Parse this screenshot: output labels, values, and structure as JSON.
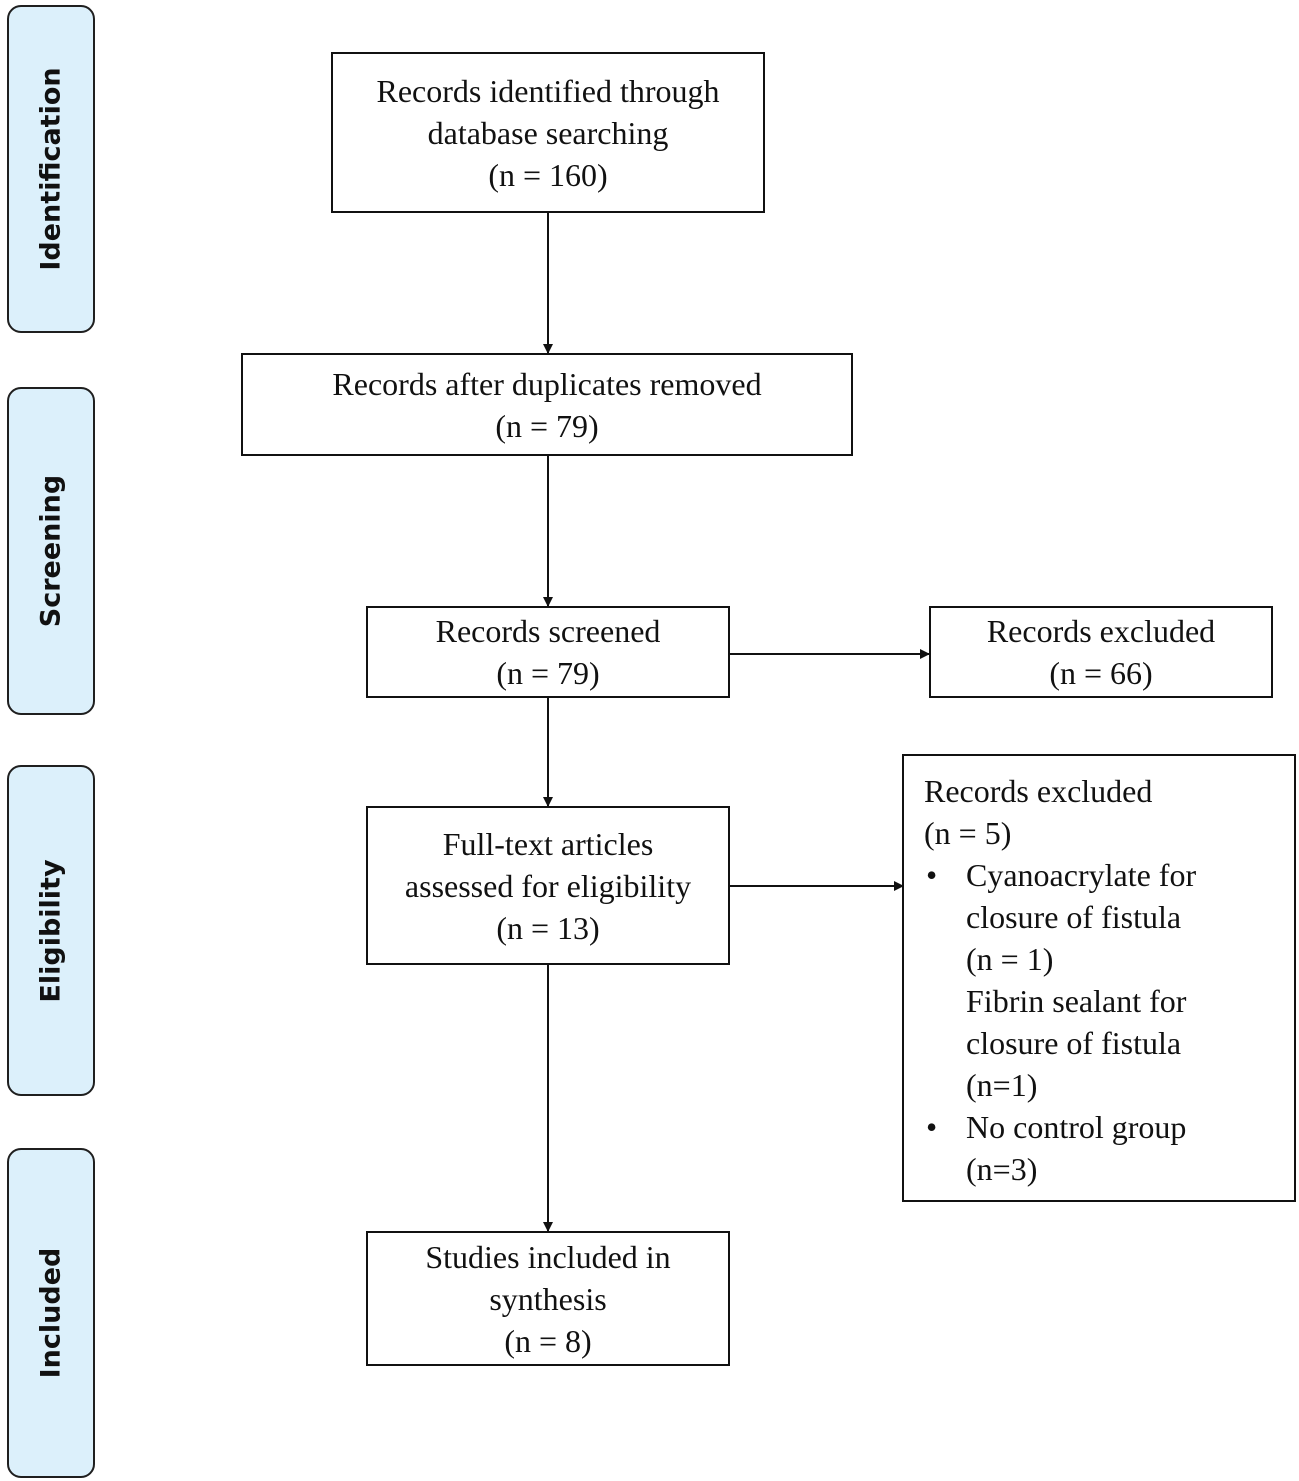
{
  "phases": [
    {
      "label": "Identification"
    },
    {
      "label": "Screening"
    },
    {
      "label": "Eligibility"
    },
    {
      "label": "Included"
    }
  ],
  "boxes": {
    "identified": {
      "line1": "Records identified through",
      "line2": "database searching",
      "count": "(n = 160)"
    },
    "deduplicated": {
      "line1": "Records after duplicates removed",
      "count": "(n = 79)"
    },
    "screened": {
      "line1": "Records screened",
      "count": "(n = 79)"
    },
    "screen_excluded": {
      "line1": "Records excluded",
      "count": "(n = 66)"
    },
    "fulltext": {
      "line1": "Full-text articles",
      "line2": "assessed for eligibility",
      "count": "(n = 13)"
    },
    "fulltext_excluded": {
      "title": "Records excluded",
      "count": "(n = 5)",
      "bullet_glyph": "•",
      "reasons": [
        {
          "line1": "Cyanoacrylate for",
          "line2": "closure of fistula",
          "count": "(n =  1)"
        },
        {
          "line1": "Fibrin sealant for",
          "line2": "closure of fistula",
          "count": "(n=1)"
        },
        {
          "line1": "No control group",
          "count": "(n=3)"
        }
      ]
    },
    "included": {
      "line1": "Studies included in",
      "line2": "synthesis",
      "count": "(n = 8)"
    }
  },
  "colors": {
    "phase_fill": "#dcf0fb",
    "stroke": "#111111"
  }
}
